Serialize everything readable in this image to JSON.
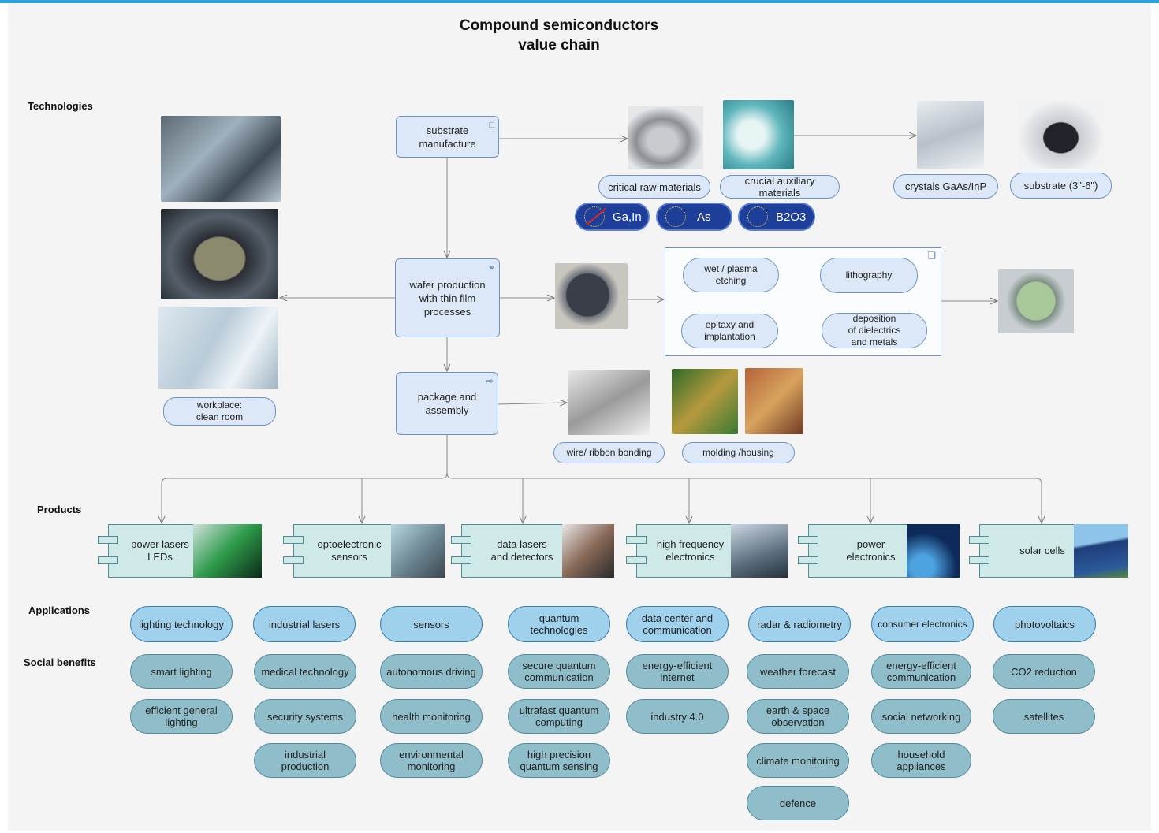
{
  "title": "Compound semiconductors\nvalue chain",
  "sections": {
    "technologies": "Technologies",
    "products": "Products",
    "applications": "Applications",
    "social_benefits": "Social benefits"
  },
  "process": {
    "substrate": "substrate\nmanufacture",
    "wafer": "wafer production\nwith thin film\nprocesses",
    "package": "package and\nassembly"
  },
  "workplace_label": "workplace:\nclean room",
  "materials": {
    "critical": "critical raw materials",
    "auxiliary": "crucial auxiliary materials",
    "crystals": "crystals GaAs/InP",
    "substrate": "substrate (3\"-6\")"
  },
  "eu_badges": [
    "Ga,In",
    "As",
    "B2O3"
  ],
  "cycle": {
    "etching": "wet / plasma\netching",
    "lithography": "lithography",
    "epitaxy": "epitaxy and\nimplantation",
    "deposition": "deposition\nof dielectrics\nand metals"
  },
  "assembly": {
    "bonding": "wire/ ribbon bonding",
    "molding": "molding /housing"
  },
  "products": [
    "power lasers\nLEDs",
    "optoelectronic\nsensors",
    "data lasers\nand detectors",
    "high frequency\nelectronics",
    "power\nelectronics",
    "solar cells"
  ],
  "applications": [
    "lighting technology",
    "industrial lasers",
    "sensors",
    "quantum\ntechnologies",
    "data center and\ncommunication",
    "radar & radiometry",
    "consumer electronics",
    "photovoltaics"
  ],
  "benefits": {
    "col1": [
      "smart lighting",
      "efficient general\nlighting"
    ],
    "col2": [
      "medical technology",
      "security systems",
      "industrial\nproduction"
    ],
    "col3": [
      "autonomous driving",
      "health monitoring",
      "environmental\nmonitoring"
    ],
    "col4": [
      "secure quantum\ncommunication",
      "ultrafast quantum\ncomputing",
      "high precision\nquantum sensing"
    ],
    "col5": [
      "energy-efficient\ninternet",
      "industry 4.0"
    ],
    "col6": [
      "weather forecast",
      "earth & space\nobservation",
      "climate monitoring",
      "defence"
    ],
    "col7": [
      "energy-efficient\ncommunication",
      "social networking",
      "household\nappliances"
    ],
    "col8": [
      "CO2 reduction",
      "satellites"
    ]
  },
  "colors": {
    "process_box": "#dce8f7",
    "product_box": "#cfe9e9",
    "application": "#9fd0ec",
    "benefit": "#8fbdc9",
    "eu_badge": "#1d3f99",
    "top_bar": "#29a3dc"
  }
}
